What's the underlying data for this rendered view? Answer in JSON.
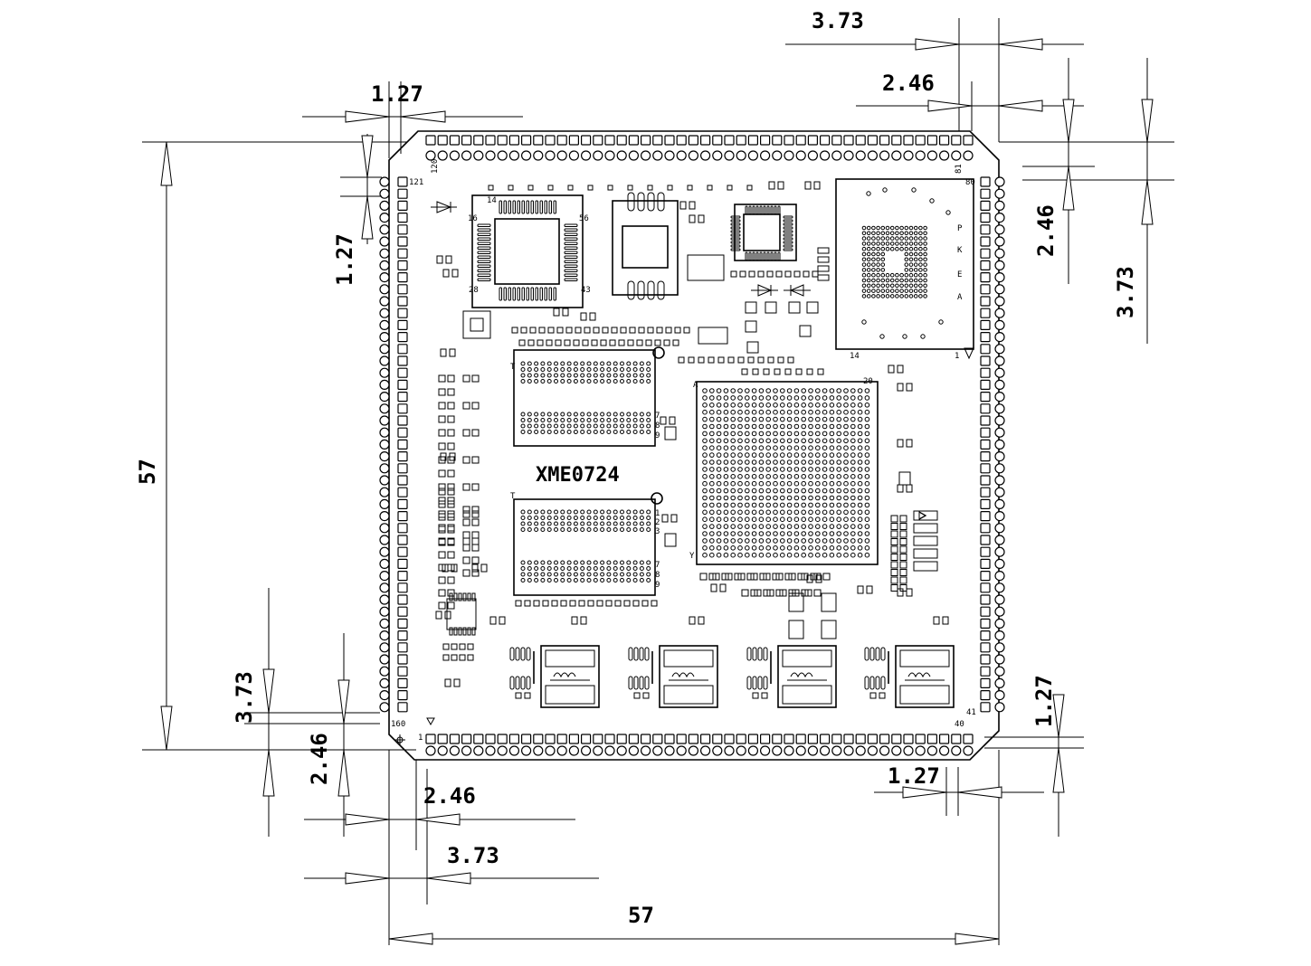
{
  "board": {
    "marking": "XME0724",
    "pin_numbers": {
      "p1": "1",
      "p40": "40",
      "p41": "41",
      "p80": "80",
      "p81": "81",
      "p120": "120",
      "p121": "121",
      "p160": "160"
    },
    "qfp_pins": {
      "a": "16",
      "b": "14",
      "c": "56",
      "d": "28",
      "e": "43"
    },
    "bga_small_labels": {
      "p": "P",
      "k": "K",
      "e": "E",
      "a": "A",
      "n14": "14",
      "n1": "1"
    },
    "bga_large_labels": {
      "n20": "20",
      "a": "A",
      "y": "Y"
    },
    "mem_labels": {
      "one": "1",
      "two": "2",
      "three": "3",
      "seven": "7",
      "eight": "8",
      "nine": "9",
      "t": "T"
    }
  },
  "dimensions": {
    "top_3_73": "3.73",
    "top_2_46": "2.46",
    "topleft_1_27": "1.27",
    "left_1_27": "1.27",
    "left_57": "57",
    "right_2_46": "2.46",
    "right_3_73": "3.73",
    "botleft_3_73": "3.73",
    "botleft_2_46": "2.46",
    "bot_2_46": "2.46",
    "bot_3_73": "3.73",
    "bot_57": "57",
    "botright_1_27": "1.27",
    "right_1_27": "1.27"
  }
}
